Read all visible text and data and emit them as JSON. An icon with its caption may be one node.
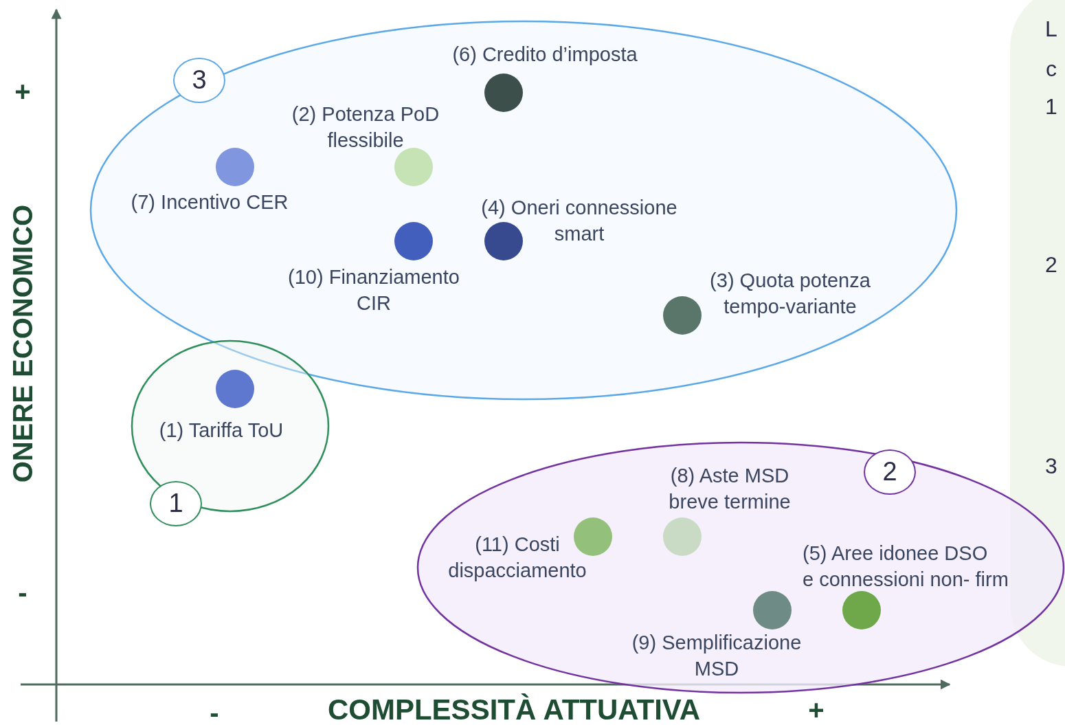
{
  "diagram": {
    "nodes": [
      {
        "text": [
          "3"
        ]
      },
      {
        "text": [],
        "shape": "circle",
        "in": 0,
        "beside": [
          "(6) Credito d’imposta"
        ]
      },
      {
        "text": [],
        "shape": "circle",
        "in": 0,
        "beside": [
          "(2) Potenza PoD flessibile"
        ]
      },
      {
        "text": [],
        "shape": "circle",
        "in": 0,
        "beside": [
          "(7) Incentivo CER"
        ]
      },
      {
        "text": [],
        "shape": "circle",
        "in": 0,
        "beside": [
          "(4) Oneri connessione smart"
        ]
      },
      {
        "text": [],
        "shape": "circle",
        "in": 0,
        "beside": [
          "(10) Finanziamento CIR"
        ]
      },
      {
        "text": [],
        "shape": "circle",
        "in": 0,
        "beside": [
          "(3) Quota potenza tempo-variante"
        ]
      },
      {
        "text": [
          "1"
        ]
      },
      {
        "text": [],
        "shape": "circle",
        "in": 7,
        "beside": [
          "(1) Tariffa ToU"
        ]
      },
      {
        "text": [
          "2"
        ]
      },
      {
        "text": [],
        "shape": "circle",
        "in": 9,
        "beside": [
          "(8) Aste MSD breve termine"
        ]
      },
      {
        "text": [],
        "shape": "circle",
        "in": 9,
        "beside": [
          "(11) Costi dispacciamento"
        ]
      },
      {
        "text": [],
        "shape": "circle",
        "in": 9,
        "beside": [
          "(5) Aree idonee DSO e connessioni non- firm"
        ]
      },
      {
        "text": [],
        "shape": "circle",
        "in": 9,
        "beside": [
          "(9) Semplificazione MSD"
        ]
      }
    ],
    "labels": [
      "ONERE ECONOMICO",
      "+",
      "-",
      "COMPLESSITÀ ATTUATIVA",
      "-",
      "+",
      "L",
      "c",
      "1",
      "2",
      "3"
    ]
  }
}
